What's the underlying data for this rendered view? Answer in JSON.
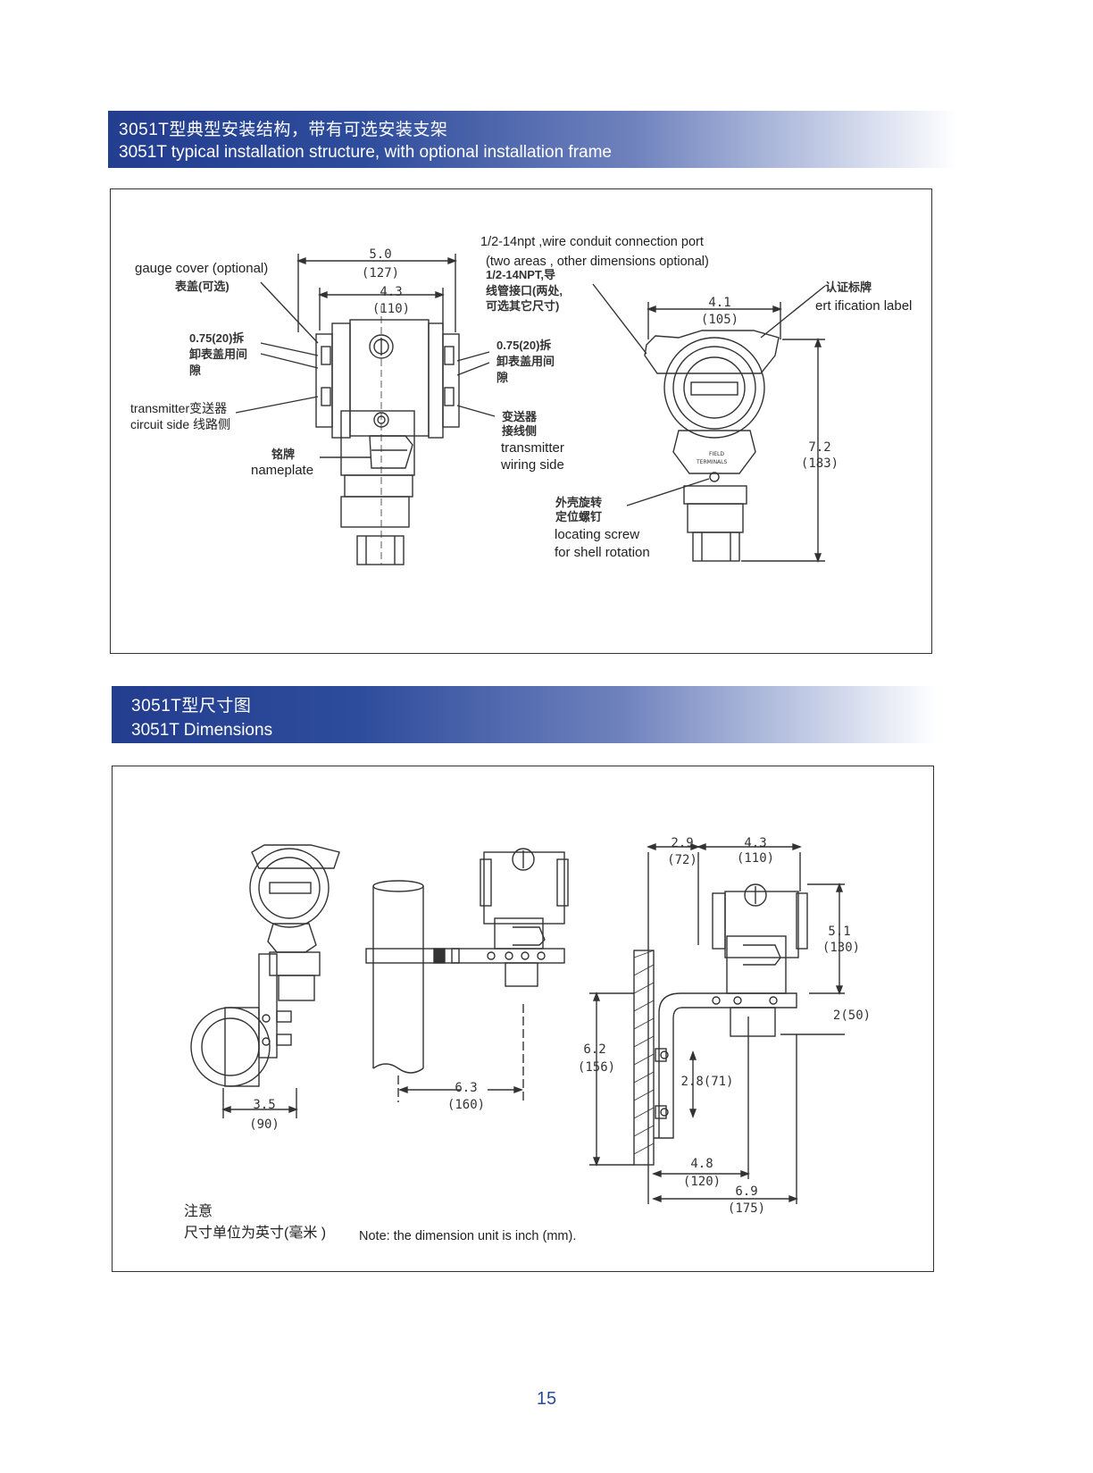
{
  "section1": {
    "title_zh": "3051T型典型安装结构，带有可选安装支架",
    "title_en": "3051T typical installation structure, with optional installation frame"
  },
  "figure1": {
    "gauge_cover_en": "gauge cover (optional)",
    "gauge_cover_zh": "表盖(可选)",
    "clearance_left_1": "0.75(20)拆",
    "clearance_left_2": "卸表盖用间",
    "clearance_left_3": "隙",
    "circuit_side_1": "transmitter变送器",
    "circuit_side_2": "circuit side 线路侧",
    "nameplate_zh": "铭牌",
    "nameplate_en": "nameplate",
    "dim_width_outer": "5.0",
    "dim_width_outer_mm": "(127)",
    "dim_width_inner": "4.3",
    "dim_width_inner_mm": "(110)",
    "conduit_en_1": "1/2-14npt ,wire   conduit   connection   port",
    "conduit_en_2": "(two areas , other dimensions optional)",
    "conduit_zh_1": "1/2-14NPT,导",
    "conduit_zh_2": "线管接口(两处,",
    "conduit_zh_3": "可选其它尺寸)",
    "clearance_right_1": "0.75(20)拆",
    "clearance_right_2": "卸表盖用间",
    "clearance_right_3": "隙",
    "wiring_zh_1": "变送器",
    "wiring_zh_2": "接线侧",
    "wiring_en_1": "transmitter",
    "wiring_en_2": "wiring side",
    "dim_side_width": "4.1",
    "dim_side_width_mm": "(105)",
    "cert_zh": "认证标牌",
    "cert_en": "ert ification label",
    "dim_height": "7.2",
    "dim_height_mm": "(183)",
    "screw_zh_1": "外壳旋转",
    "screw_zh_2": "定位螺钉",
    "screw_en_1": "locating   screw",
    "screw_en_2": "for shell rotation",
    "field_terminals_1": "FIELD",
    "field_terminals_2": "TERMINALS"
  },
  "section2": {
    "title_zh": "3051T型尺寸图",
    "title_en": "3051T Dimensions"
  },
  "figure2": {
    "dim_a": "3.5",
    "dim_a_mm": "(90)",
    "dim_b": "6.3",
    "dim_b_mm": "(160)",
    "dim_c": "2.9",
    "dim_c_mm": "(72)",
    "dim_d": "4.3",
    "dim_d_mm": "(110)",
    "dim_e": "5.1",
    "dim_e_mm": "(130)",
    "dim_f": "2(50)",
    "dim_g": "6.2",
    "dim_g_mm": "(156)",
    "dim_h": "2.8(71)",
    "dim_i": "4.8",
    "dim_i_mm": "(120)",
    "dim_j": "6.9",
    "dim_j_mm": "(175)",
    "note_zh_1": "注意",
    "note_zh_2": "尺寸单位为英寸(毫米 )",
    "note_en": "Note:  the dimension unit is inch (mm)."
  },
  "page_number": "15"
}
